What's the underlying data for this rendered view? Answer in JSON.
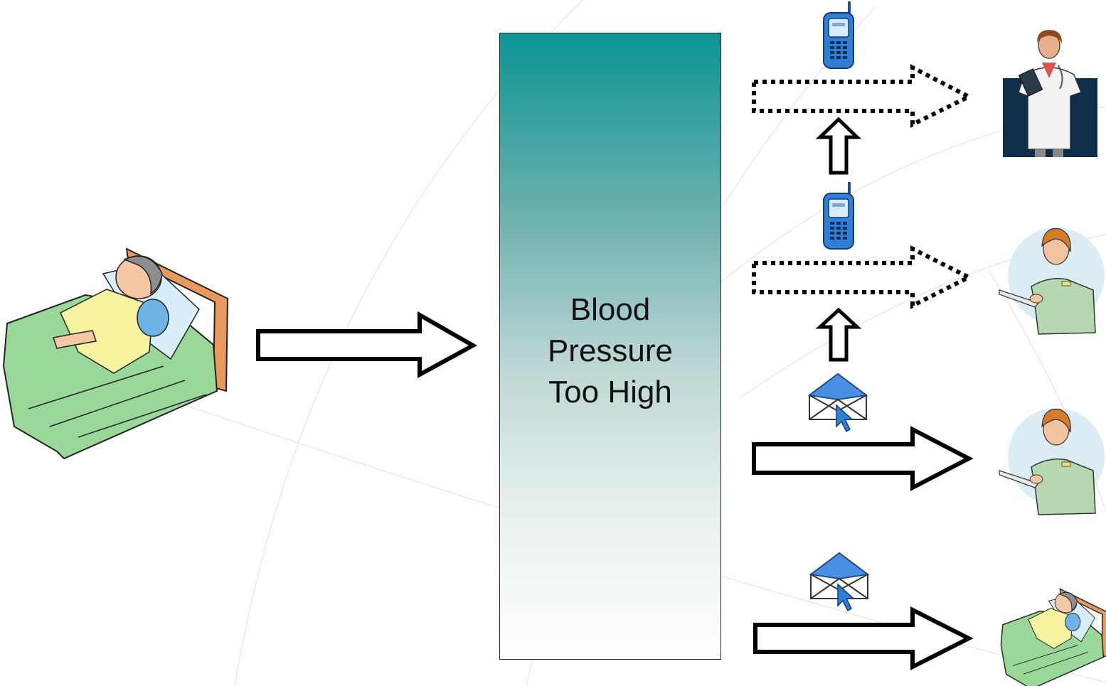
{
  "alert": {
    "lines": [
      "Blood",
      "Pressure",
      "Too High"
    ]
  },
  "colors": {
    "box_top": "#0b9595",
    "box_bottom": "#ffffff",
    "arrow_stroke": "#000000",
    "sheet_green": "#9ad89a",
    "phone_blue": "#2f7fd9",
    "scrub_green": "#b6d8b0"
  },
  "icons": [
    "patient-in-bed-icon",
    "mobile-phone-icon",
    "email-icon",
    "doctor-icon",
    "nurse-icon"
  ]
}
